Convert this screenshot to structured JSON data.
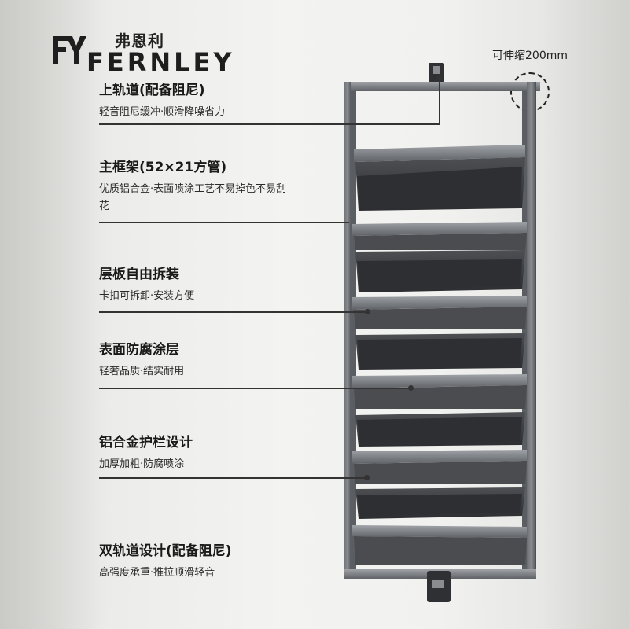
{
  "brand": {
    "name_cn": "弗恩利",
    "name_en": "FERNLEY",
    "mark": "fy-monogram-logo"
  },
  "extend_note": "可伸缩200mm",
  "features": [
    {
      "title": "上轨道(配备阻尼)",
      "desc": "轻音阻尼缓冲·顺滑降噪省力"
    },
    {
      "title": "主框架(52×21方管)",
      "desc": "优质铝合金·表面喷涂工艺不易掉色不易刮花"
    },
    {
      "title": "层板自由拆装",
      "desc": "卡扣可拆卸·安装方便"
    },
    {
      "title": "表面防腐涂层",
      "desc": "轻奢品质·结实耐用"
    },
    {
      "title": "铝合金护栏设计",
      "desc": "加厚加粗·防腐喷涂"
    },
    {
      "title": "双轨道设计(配备阻尼)",
      "desc": "高强度承重·推拉顺滑轻音"
    }
  ],
  "colors": {
    "frame": "#55585c",
    "shelf": "#3a3b3e",
    "text": "#1a1a1a"
  }
}
